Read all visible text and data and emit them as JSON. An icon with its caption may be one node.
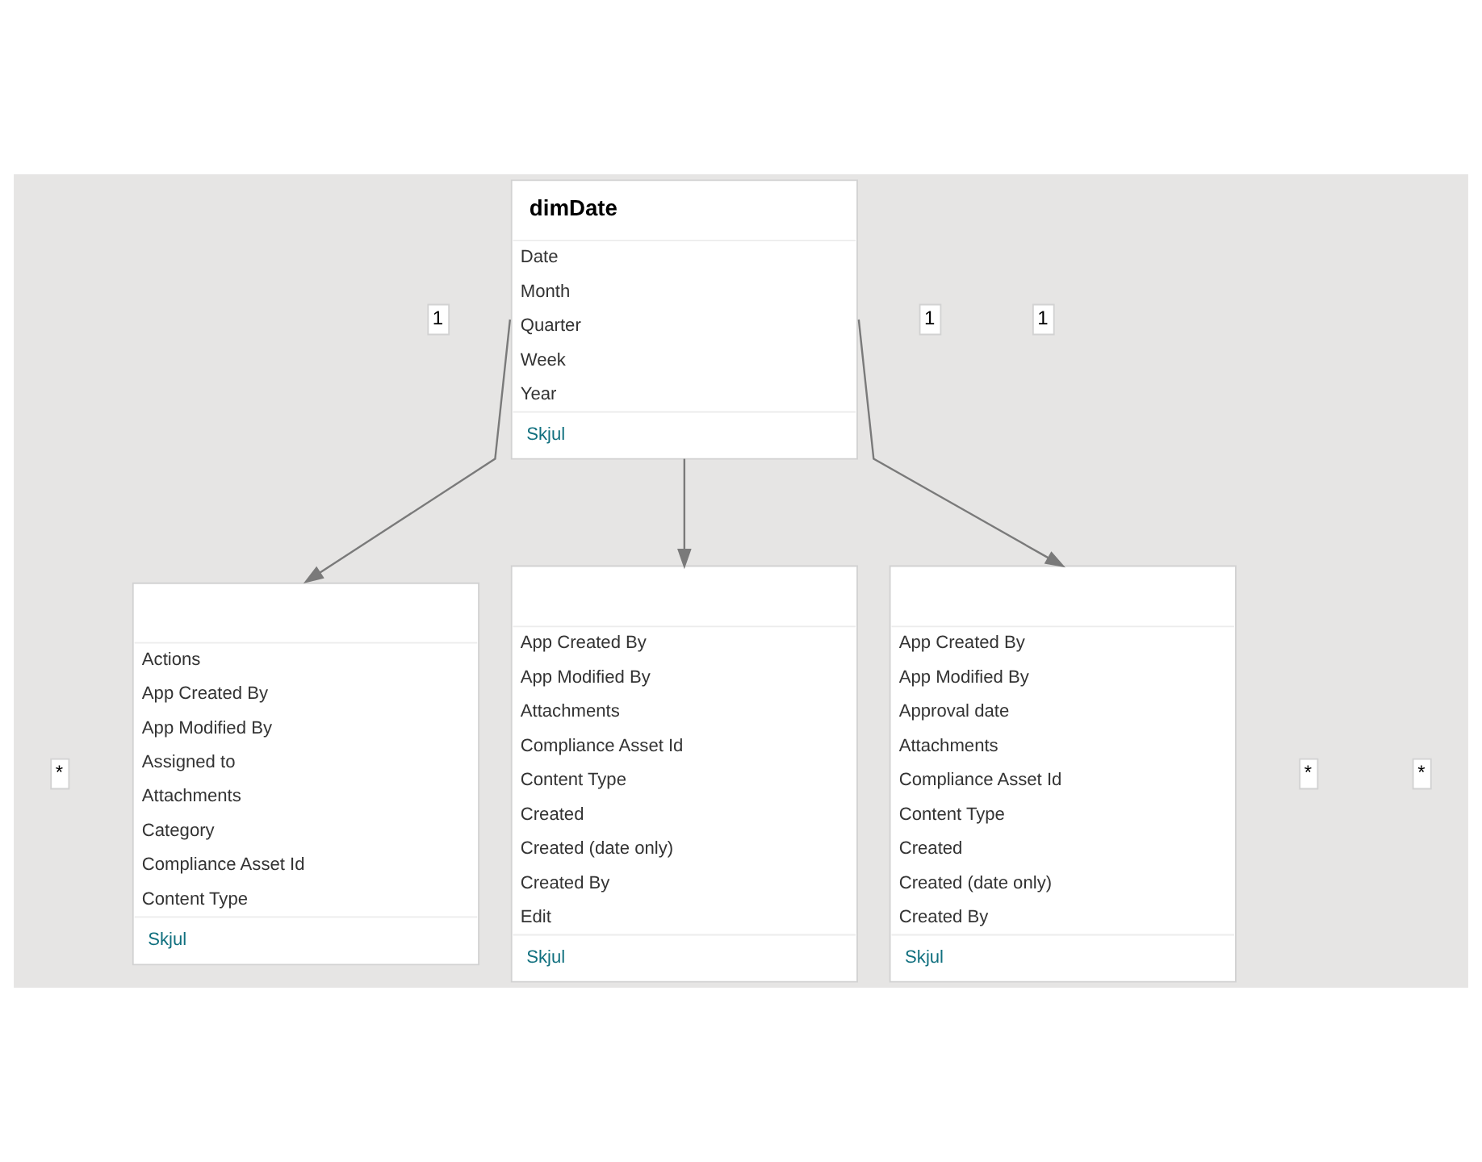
{
  "diagram": {
    "nodes": [
      {
        "text": [
          "dimDate",
          "Date",
          "Month",
          "Quarter",
          "Week",
          "Year",
          "Skjul"
        ]
      },
      {
        "text": [
          "Actions",
          "App Created By",
          "App Modified By",
          "Assigned to",
          "Attachments",
          "Category",
          "Compliance Asset Id",
          "Content Type",
          "Skjul"
        ]
      },
      {
        "text": [
          "App Created By",
          "App Modified By",
          "Attachments",
          "Compliance Asset Id",
          "Content Type",
          "Created",
          "Created (date only)",
          "Created By",
          "Edit",
          "Skjul"
        ]
      },
      {
        "text": [
          "App Created By",
          "App Modified By",
          "Approval date",
          "Attachments",
          "Compliance Asset Id",
          "Content Type",
          "Created",
          "Created (date only)",
          "Created By",
          "Skjul"
        ]
      }
    ],
    "edges": [
      {
        "from": 0,
        "to": 1,
        "arrow": "to"
      },
      {
        "from": 0,
        "to": 2,
        "arrow": "to"
      },
      {
        "from": 0,
        "to": 3,
        "arrow": "to"
      }
    ],
    "labels": [
      "1",
      "1",
      "1",
      "*",
      "*",
      "*"
    ]
  }
}
